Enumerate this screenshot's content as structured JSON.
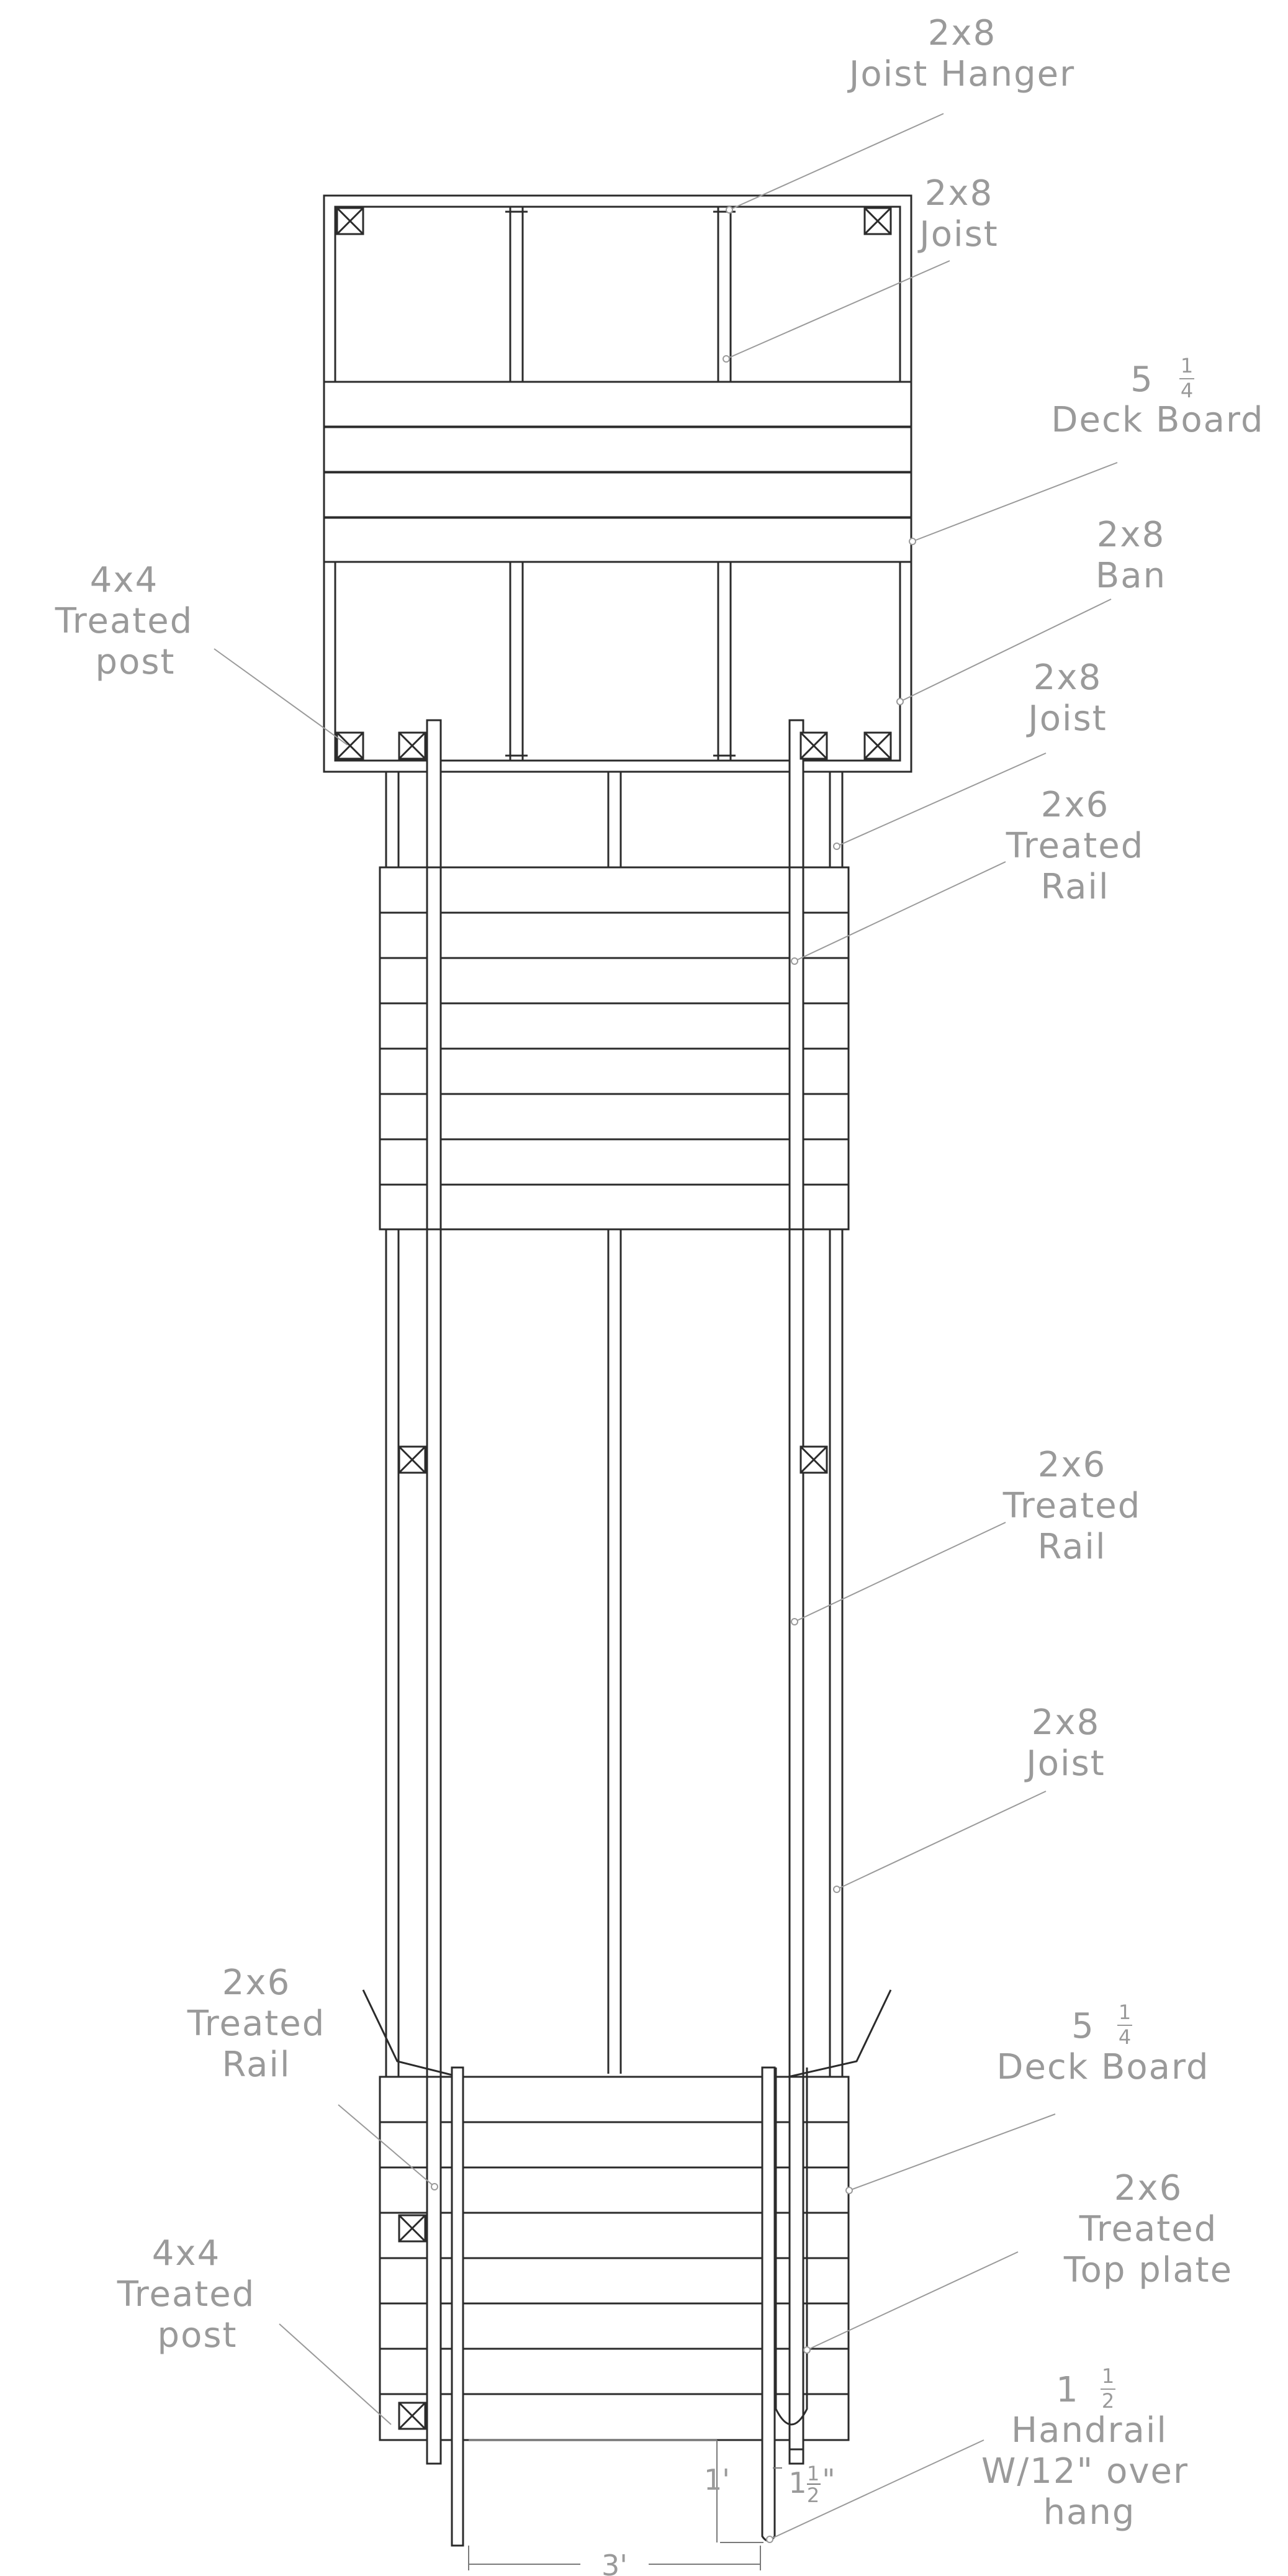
{
  "labels": {
    "joist_hanger": {
      "size": "2x8",
      "name": "Joist Hanger"
    },
    "joist_top": {
      "size": "2x8",
      "name": "Joist"
    },
    "deck_board_top": {
      "whole": "5",
      "num": "1",
      "den": "4",
      "name": "Deck Board"
    },
    "ban": {
      "size": "2x8",
      "name": "Ban"
    },
    "post_top": {
      "size": "4x4",
      "line1": "Treated",
      "line2": "post"
    },
    "joist_mid": {
      "size": "2x8",
      "name": "Joist"
    },
    "rail_upper": {
      "size": "2x6",
      "line1": "Treated",
      "line2": "Rail"
    },
    "rail_middle": {
      "size": "2x6",
      "line1": "Treated",
      "line2": "Rail"
    },
    "joist_lower": {
      "size": "2x8",
      "name": "Joist"
    },
    "rail_left": {
      "size": "2x6",
      "line1": "Treated",
      "line2": "Rail"
    },
    "deck_board_bottom": {
      "whole": "5",
      "num": "1",
      "den": "4",
      "name": "Deck Board"
    },
    "top_plate": {
      "size": "2x6",
      "line1": "Treated",
      "line2": "Top plate"
    },
    "post_bottom": {
      "size": "4x4",
      "line1": "Treated",
      "line2": "post"
    },
    "handrail": {
      "whole": "1",
      "num": "1",
      "den": "2",
      "line1": "Handrail",
      "line2": "W/12\" over",
      "line3": "hang"
    }
  },
  "dimensions": {
    "overhang": "1'",
    "rail_offset_whole": "1",
    "rail_offset_num": "1",
    "rail_offset_den": "2",
    "rail_offset_unit": "\"",
    "width": "3'"
  }
}
